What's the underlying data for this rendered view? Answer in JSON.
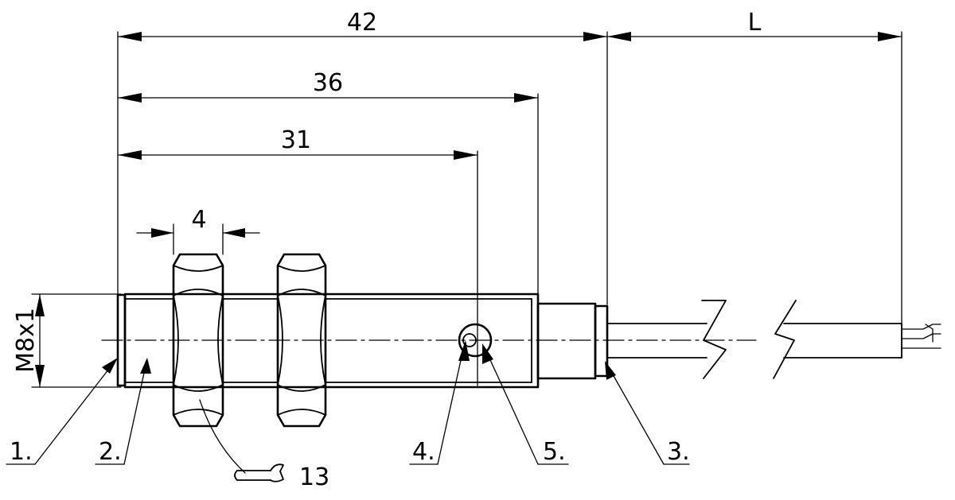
{
  "dimensions": {
    "overall_length": "42",
    "body_length": "36",
    "threaded_length": "31",
    "nut_thickness": "4",
    "cable_length": "L",
    "thread_size": "M8x1",
    "wrench_size": "13"
  },
  "callouts": {
    "item_1": "1.",
    "item_2": "2.",
    "item_3": "3.",
    "item_4": "4.",
    "item_5": "5."
  },
  "icons": {
    "wrench": "open-end-wrench-icon"
  }
}
